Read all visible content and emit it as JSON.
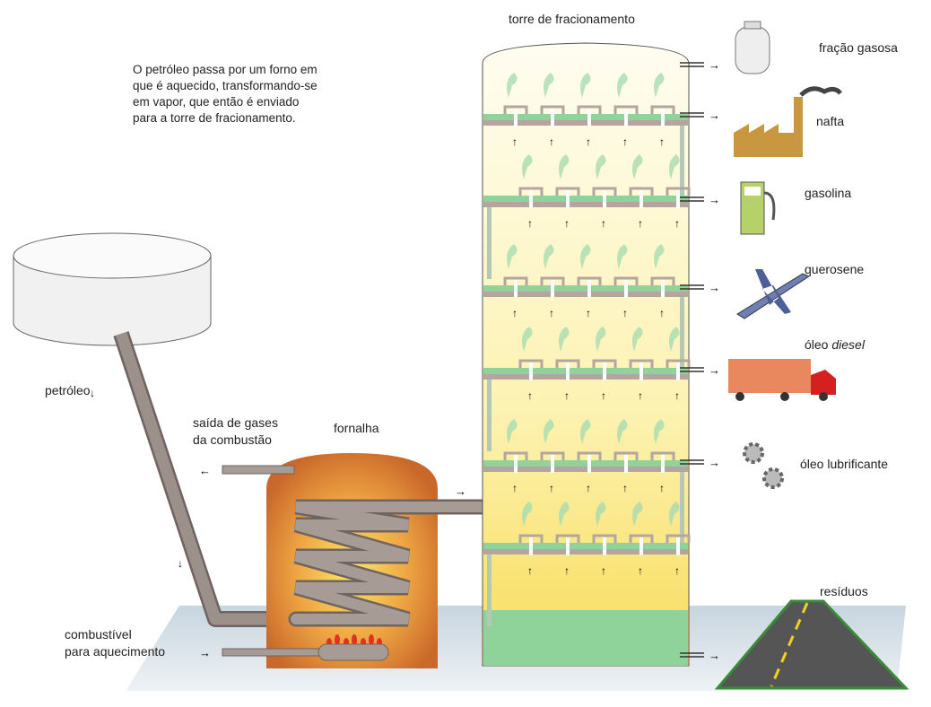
{
  "title": "torre de fracionamento",
  "description_lines": [
    "O petróleo passa por um forno em",
    "que é aquecido, transformando-se",
    "em vapor, que então é enviado",
    "para a torre de fracionamento."
  ],
  "labels": {
    "petroleo": "petróleo",
    "gases_line1": "saída de gases",
    "gases_line2": "da combustão",
    "fornalha": "fornalha",
    "combustivel_line1": "combustível",
    "combustivel_line2": "para aquecimento"
  },
  "fractions": [
    {
      "label": "fração gasosa",
      "icon": "gas-cylinder-icon"
    },
    {
      "label": "nafta",
      "icon": "factory-icon"
    },
    {
      "label": "gasolina",
      "icon": "fuel-pump-icon"
    },
    {
      "label": "querosene",
      "icon": "airplane-icon"
    },
    {
      "label_prefix": "óleo ",
      "label_italic": "diesel",
      "icon": "truck-icon"
    },
    {
      "label": "óleo lubrificante",
      "icon": "gears-icon"
    },
    {
      "label": "resíduos",
      "icon": "road-icon"
    }
  ],
  "colors": {
    "tower_top": "#fffbe6",
    "tower_bottom": "#f9e27a",
    "residue": "#8fd39a",
    "furnace": "#d2772a",
    "pipe": "#a09490",
    "floor": "#b9c9d6"
  }
}
